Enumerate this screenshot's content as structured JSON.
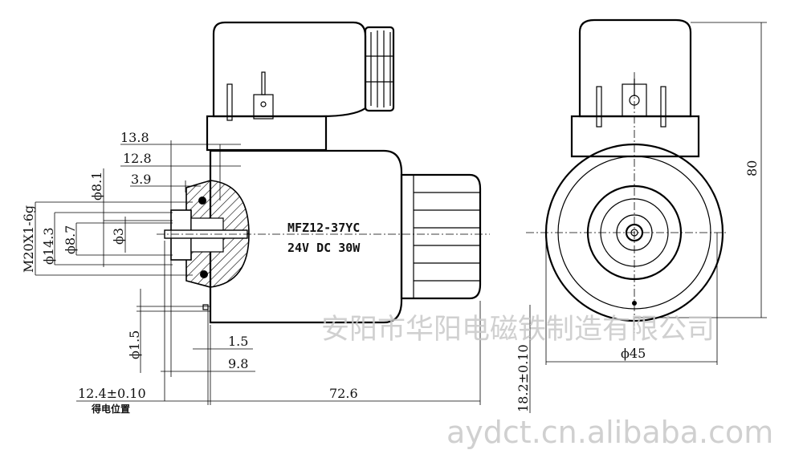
{
  "product": {
    "model": "MFZ12-37YC",
    "rating": "24V DC 30W"
  },
  "side_view_dimensions": {
    "d13_8": "13.8",
    "d12_8": "12.8",
    "d3_9": "3.9",
    "phi8_1": "ϕ8.1",
    "thread": "M20X1-6g",
    "phi14_3": "ϕ14.3",
    "phi8_7": "ϕ8.7",
    "phi3": "ϕ3",
    "phi1_5": "ϕ1.5",
    "d1_5": "1.5",
    "d9_8": "9.8",
    "d12_4": "12.4±0.10",
    "energized_position": "得电位置",
    "d72_6": "72.6"
  },
  "front_view_dimensions": {
    "height": "80",
    "diameter": "ϕ45",
    "offset": "18.2±0.10"
  },
  "watermark": {
    "company": "安阳市华阳电磁铁制造有限公司",
    "url": "aydct.cn.alibaba.com"
  }
}
